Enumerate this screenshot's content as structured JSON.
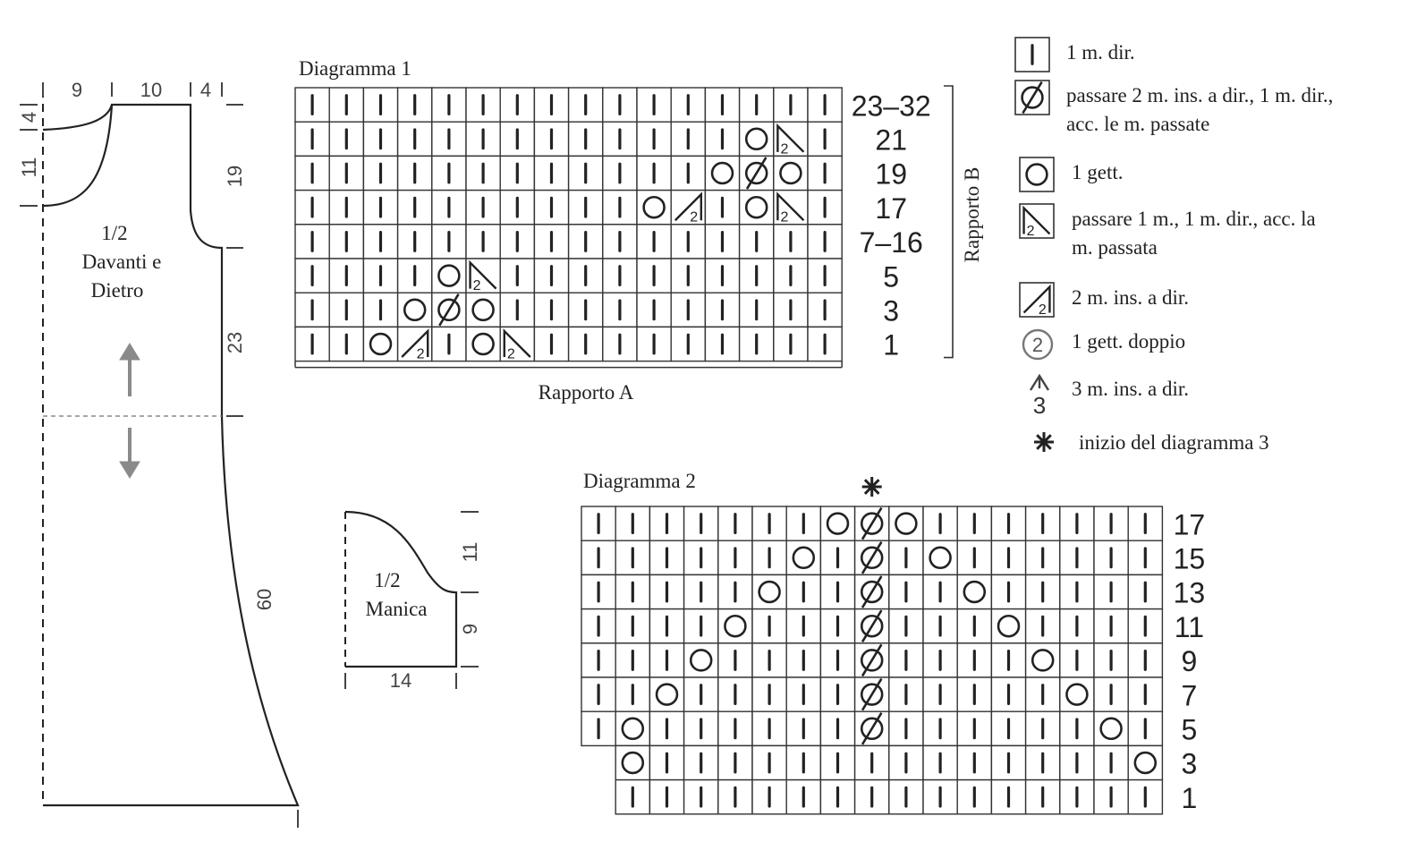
{
  "schematic_body": {
    "label_lines": [
      "1/2",
      "Davanti e",
      "Dietro"
    ],
    "dims_top": [
      "9",
      "10",
      "4"
    ],
    "dims_left": [
      "4",
      "11"
    ],
    "dims_right": [
      "19",
      "23",
      "60"
    ]
  },
  "schematic_sleeve": {
    "label_lines": [
      "1/2",
      "Manica"
    ],
    "dims_right": [
      "11",
      "9"
    ],
    "dim_bottom": "14"
  },
  "diagram1": {
    "title": "Diagramma 1",
    "cols": 16,
    "rows": [
      {
        "label": "23–32",
        "cells": "||||||||||||||||"
      },
      {
        "label": "21",
        "cells": "|||||||||||||O>|"
      },
      {
        "label": "19",
        "cells": "||||||||||||OXO|"
      },
      {
        "label": "17",
        "cells": "||||||||||O/|O>|"
      },
      {
        "label": "7–16",
        "cells": "||||||||||||||||"
      },
      {
        "label": "5",
        "cells": "||||O>||||||||||"
      },
      {
        "label": "3",
        "cells": "|||OXO||||||||||"
      },
      {
        "label": "1",
        "cells": "||O/|O>|||||||||"
      }
    ],
    "rapporto_a": "Rapporto A",
    "rapporto_b": "Rapporto B"
  },
  "diagram2": {
    "title": "Diagramma 2",
    "cols": 17,
    "star_col": 8,
    "rows": [
      {
        "label": "17",
        "offset": 0,
        "cells": "|||||||OXO|||||||"
      },
      {
        "label": "15",
        "offset": 0,
        "cells": "||||||O|X|O||||||"
      },
      {
        "label": "13",
        "offset": 0,
        "cells": "|||||O||X||O|||||"
      },
      {
        "label": "11",
        "offset": 0,
        "cells": "||||O|||X|||O||||"
      },
      {
        "label": "9",
        "offset": 0,
        "cells": "|||O||||X||||O|||"
      },
      {
        "label": "7",
        "offset": 0,
        "cells": "||O|||||X|||||O||"
      },
      {
        "label": "5",
        "offset": 0,
        "cells": "|O||||||X||||||O|"
      },
      {
        "label": "3",
        "offset": 1,
        "cells": "O||||||||||||||O"
      },
      {
        "label": "1",
        "offset": 1,
        "cells": "||||||||||||||||"
      }
    ]
  },
  "legend": [
    {
      "icon": "knit-stitch-icon",
      "lines": [
        "1 m. dir."
      ]
    },
    {
      "icon": "slip2-knit1-pass-over-icon",
      "lines": [
        "passare 2 m. ins. a dir., 1 m. dir.,",
        "acc. le m. passate"
      ]
    },
    {
      "icon": "yarn-over-icon",
      "lines": [
        "1 gett."
      ]
    },
    {
      "icon": "slip1-knit1-pass-over-icon",
      "lines": [
        "passare 1 m., 1 m. dir., acc. la",
        "m. passata"
      ]
    },
    {
      "icon": "knit2-together-icon",
      "lines": [
        "2 m. ins. a dir."
      ]
    },
    {
      "icon": "double-yarn-over-icon",
      "lines": [
        "1 gett. doppio"
      ]
    },
    {
      "icon": "knit3-together-icon",
      "lines": [
        "3 m. ins. a dir."
      ]
    },
    {
      "icon": "asterisk-icon",
      "lines": [
        "inizio del diagramma 3"
      ]
    }
  ],
  "colors": {
    "ink": "#222222",
    "grid": "#333333",
    "arrow": "#8a8a8a",
    "dim": "#555555"
  }
}
